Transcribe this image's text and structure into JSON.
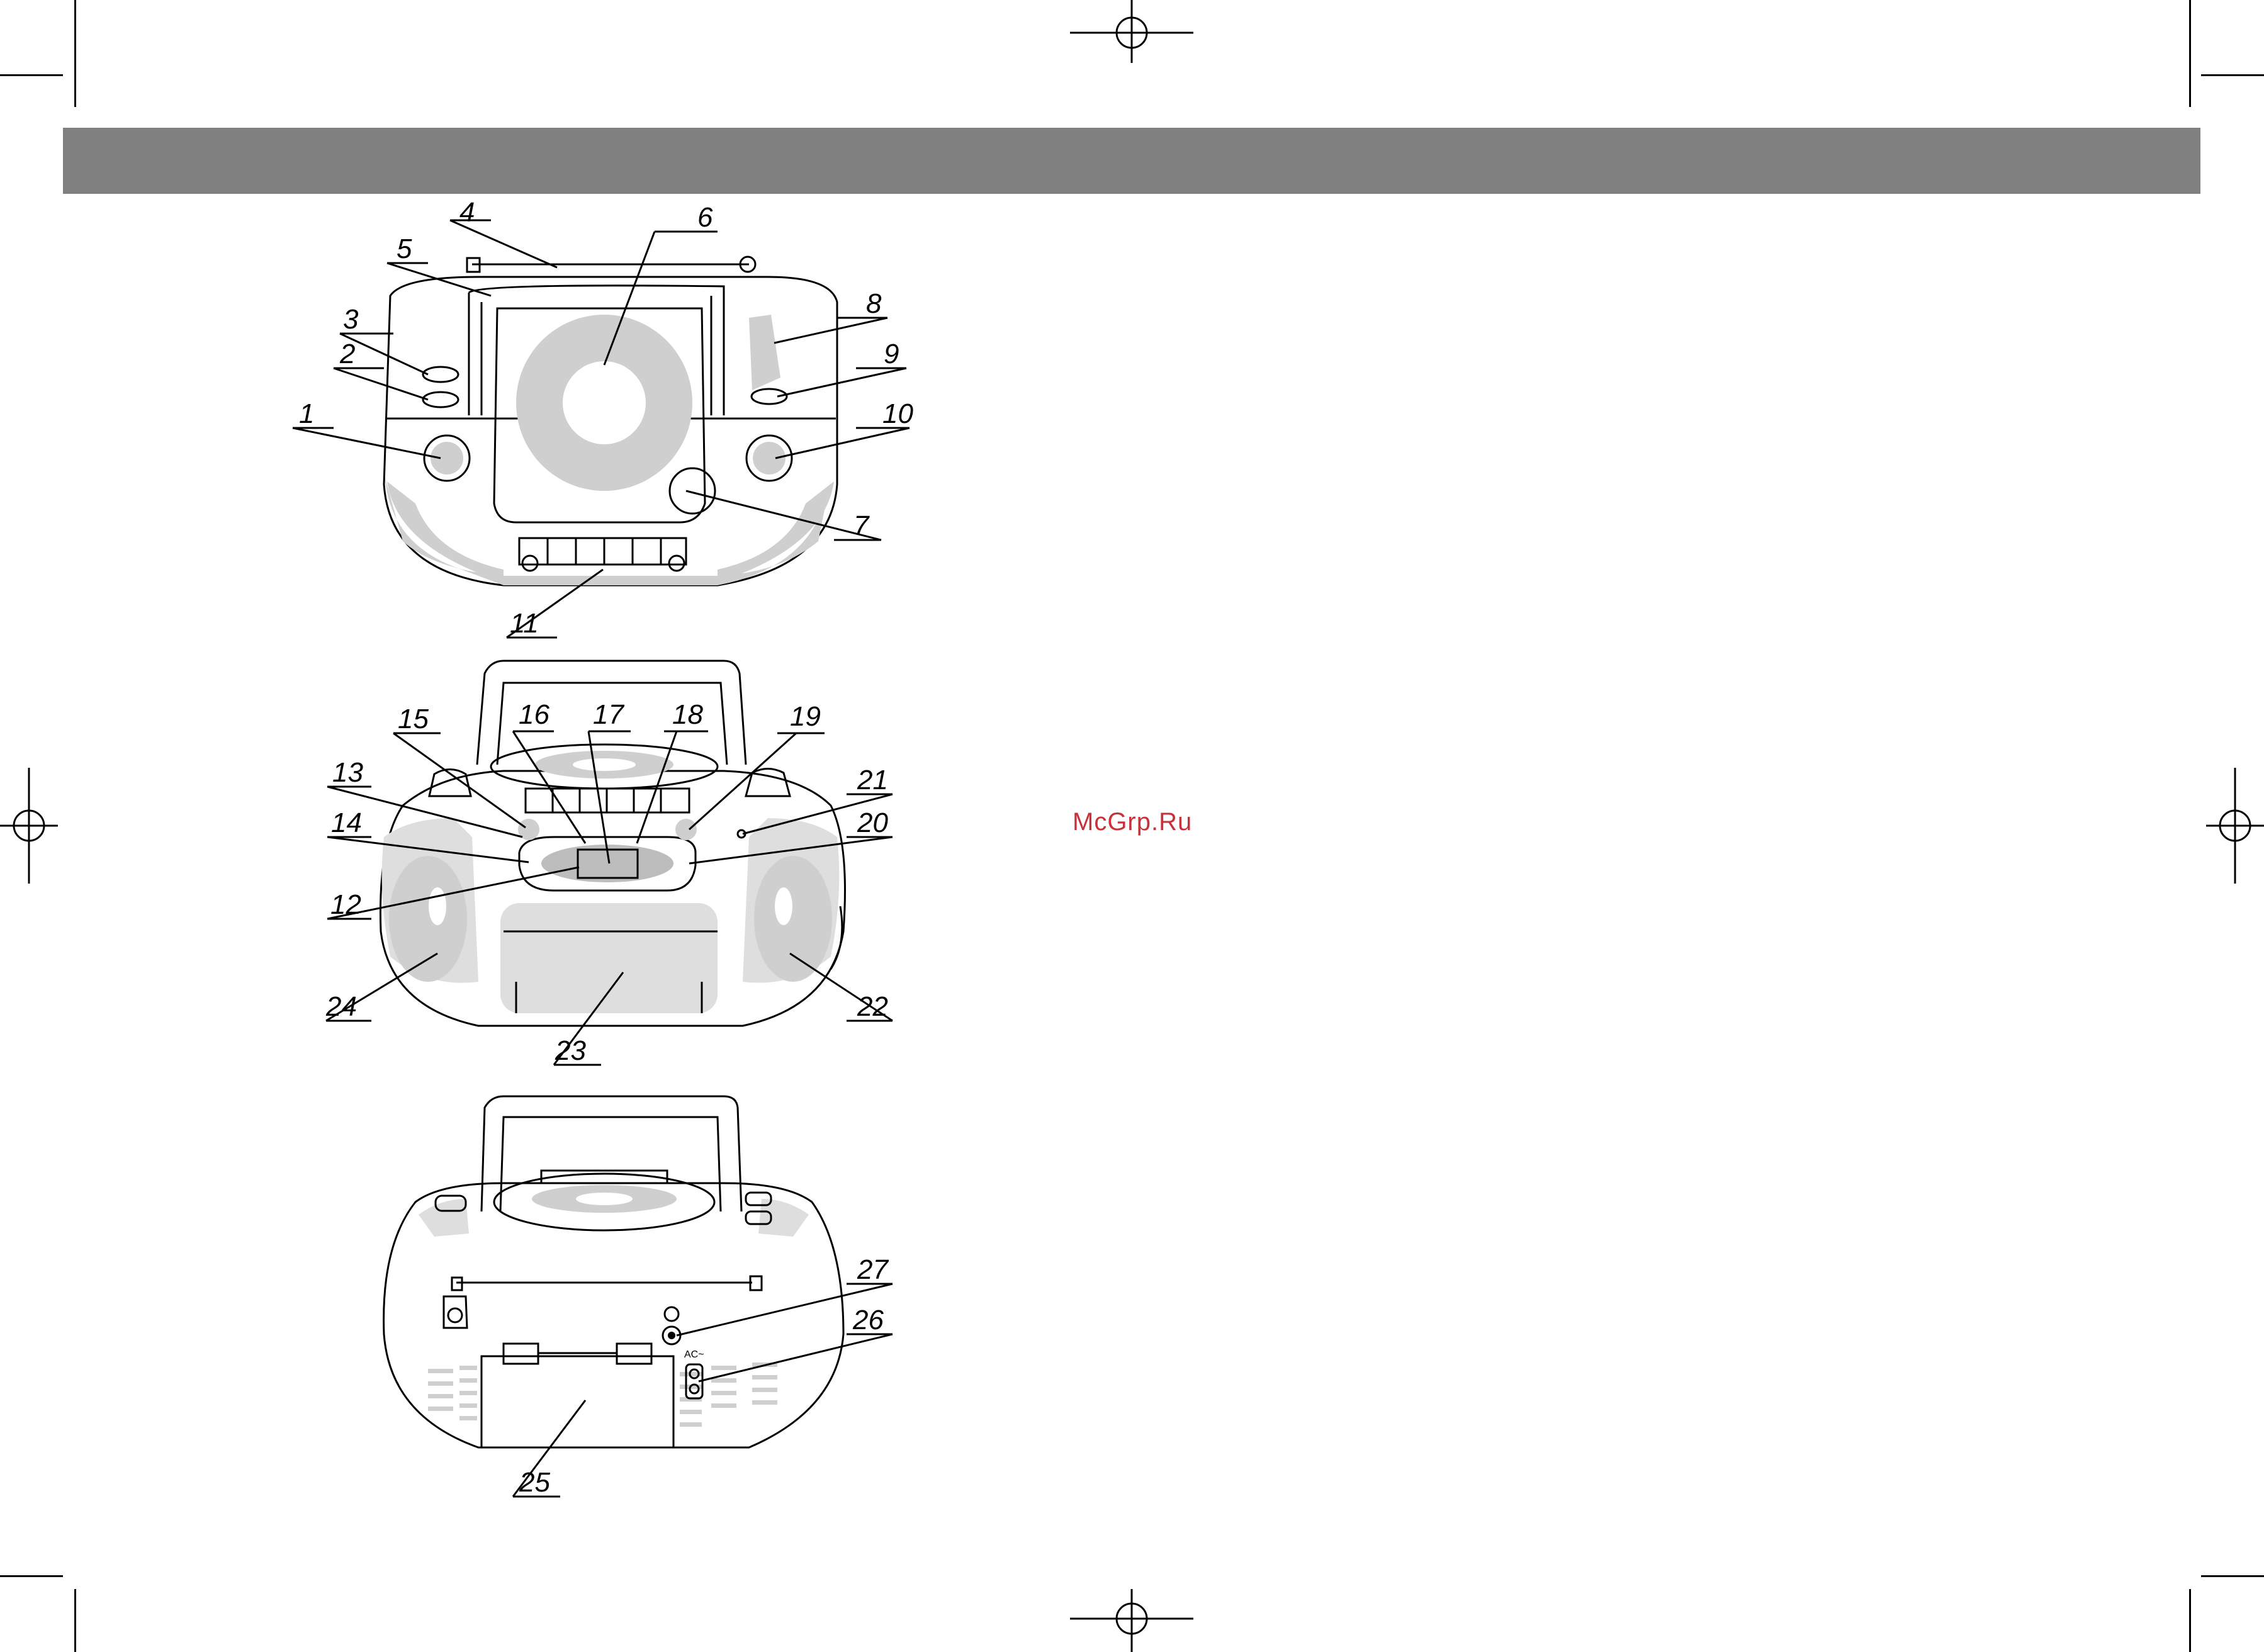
{
  "watermark": "McGrp.Ru",
  "colors": {
    "header_bar": "#808080",
    "watermark": "#c8303a",
    "device_grey": "#cfcfcf"
  },
  "views": [
    {
      "name": "front-top-view",
      "callouts": [
        "1",
        "2",
        "3",
        "4",
        "5",
        "6",
        "7",
        "8",
        "9",
        "10",
        "11"
      ]
    },
    {
      "name": "front-view",
      "callouts": [
        "12",
        "13",
        "14",
        "15",
        "16",
        "17",
        "18",
        "19",
        "20",
        "21",
        "22",
        "23",
        "24"
      ]
    },
    {
      "name": "rear-view",
      "callouts": [
        "25",
        "26",
        "27"
      ]
    }
  ],
  "callouts": {
    "c1": "1",
    "c2": "2",
    "c3": "3",
    "c4": "4",
    "c5": "5",
    "c6": "6",
    "c7": "7",
    "c8": "8",
    "c9": "9",
    "c10": "10",
    "c11": "11",
    "c12": "12",
    "c13": "13",
    "c14": "14",
    "c15": "15",
    "c16": "16",
    "c17": "17",
    "c18": "18",
    "c19": "19",
    "c20": "20",
    "c21": "21",
    "c22": "22",
    "c23": "23",
    "c24": "24",
    "c25": "25",
    "c26": "26",
    "c27": "27"
  },
  "rear_panel": {
    "ac_label": "AC~"
  }
}
